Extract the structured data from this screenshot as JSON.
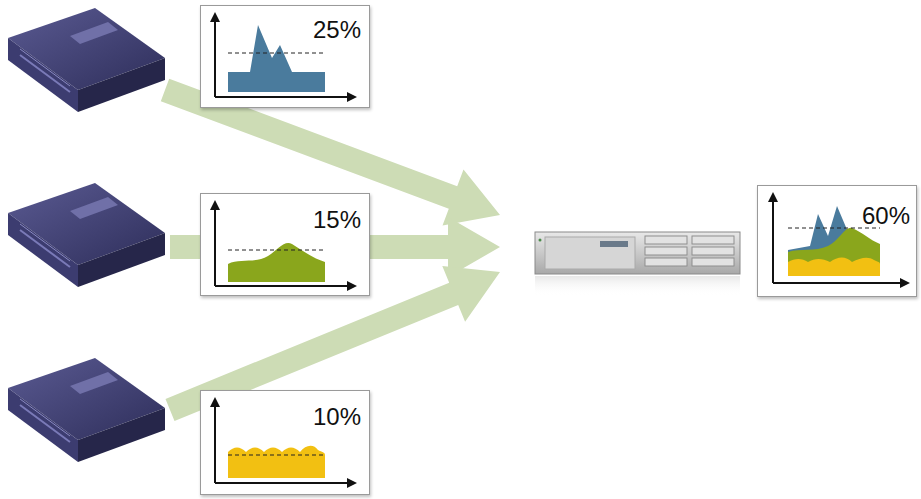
{
  "diagram": {
    "nodes": [
      {
        "text": [
          "25%"
        ]
      },
      {
        "text": [
          "15%"
        ]
      },
      {
        "text": [
          "10%"
        ]
      },
      {
        "text": [
          "60%"
        ]
      }
    ]
  }
}
